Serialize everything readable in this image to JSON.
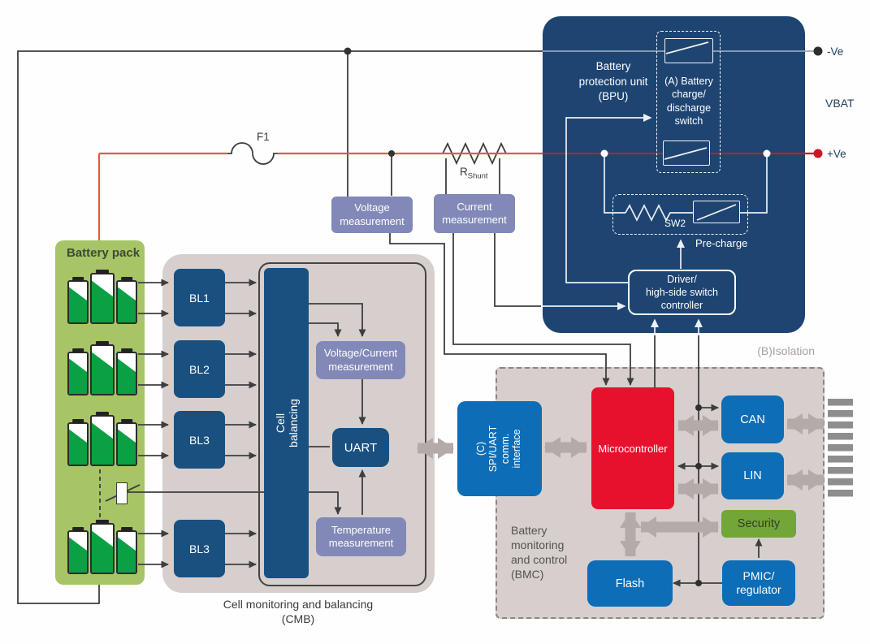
{
  "colors": {
    "bpu_navy": "#1e4471",
    "component_navy": "#1a5080",
    "ti_blue": "#0d6db6",
    "micro_red": "#e8112d",
    "security_green": "#72a639",
    "pack_green": "#a7c566",
    "cell_green": "#0aa044",
    "measurement_periwinkle": "#8289b8",
    "panel_gray": "#d6cfcd",
    "thick_arrow_gray": "#b4aaa7",
    "wire_dark": "#3f3e3e",
    "wire_red": "#e25a49"
  },
  "battery_pack": {
    "label": "Battery pack",
    "groups": 4,
    "cells_per_group": 3
  },
  "cmb": {
    "bl_labels": [
      "BL1",
      "BL2",
      "BL3",
      "BL3"
    ],
    "cell_balancing": "Cell balancing",
    "voltage_current_measurement": "Voltage/Current\nmeasurement",
    "uart": "UART",
    "temperature_measurement": "Temperature\nmeasurement",
    "caption": "Cell monitoring and balancing\n(CMB)"
  },
  "sensing": {
    "fuse": "F1",
    "shunt_main": "R",
    "shunt_sub": "Shunt",
    "voltage_measurement": "Voltage\nmeasurement",
    "current_measurement": "Current\nmeasurement"
  },
  "bpu": {
    "label": "Battery\nprotection unit\n(BPU)",
    "switch_a": "(A) Battery\ncharge/\ndischarge\nswitch",
    "sw2": "SW2",
    "precharge": "Pre-charge",
    "driver": "Driver/\nhigh-side switch\ncontroller"
  },
  "terminals": {
    "minus": "-Ve",
    "vbat": "VBAT",
    "plus": "+Ve"
  },
  "bmc": {
    "isolation": "(B)Isolation",
    "caption": "Battery\nmonitoring\nand control\n(BMC)",
    "spi": "(C)\nSPI/UART\ncomm.\ninterface",
    "microcontroller": "Microcontroller",
    "can": "CAN",
    "lin": "LIN",
    "security": "Security",
    "pmic": "PMIC/\nregulator",
    "flash": "Flash"
  }
}
